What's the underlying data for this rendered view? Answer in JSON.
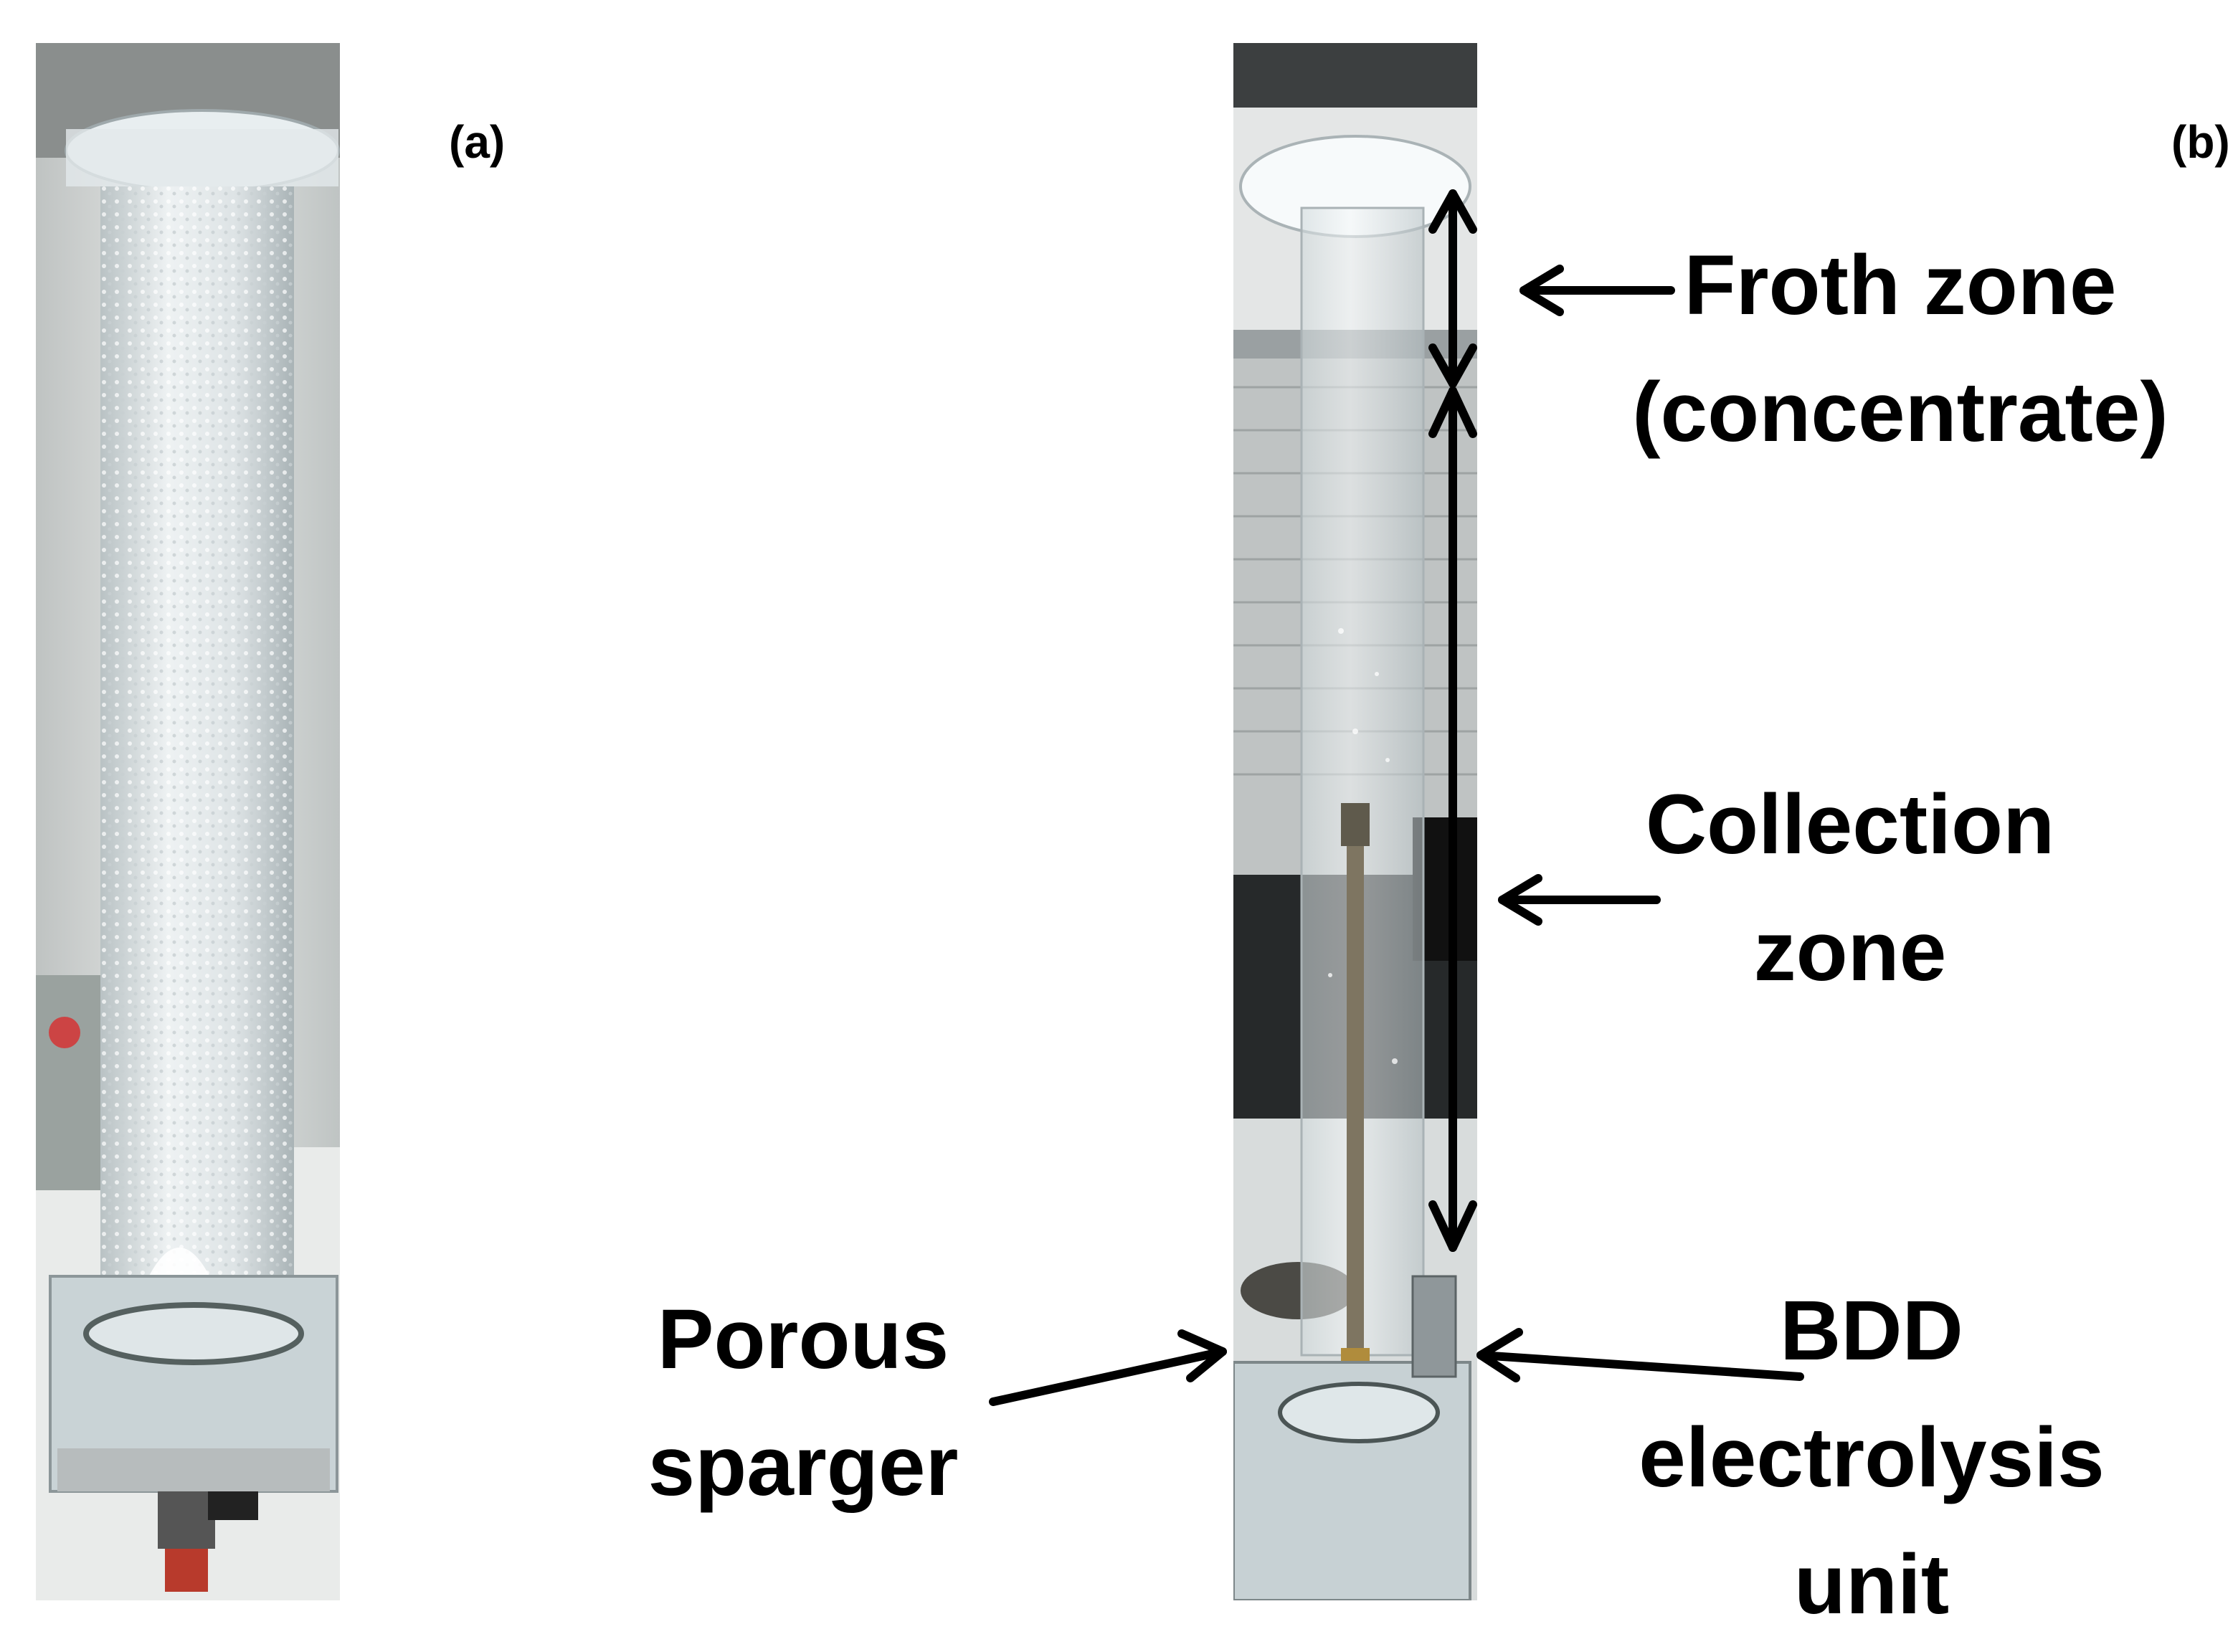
{
  "panels": {
    "a": {
      "label": "(a)"
    },
    "b": {
      "label": "(b)"
    }
  },
  "annotations": {
    "froth_zone": {
      "lines": [
        "Froth zone",
        "(concentrate)"
      ]
    },
    "collection_zone": {
      "lines": [
        "Collection",
        "zone"
      ]
    },
    "porous_sparger": {
      "lines": [
        "Porous",
        "sparger"
      ]
    },
    "bdd_unit": {
      "lines": [
        "BDD",
        "electrolysis",
        "unit"
      ]
    }
  },
  "colors": {
    "background": "#ffffff",
    "text": "#000000",
    "arrows": "#000000",
    "bubbles": "#e9eef0",
    "acrylic": "#d9e3e6"
  }
}
